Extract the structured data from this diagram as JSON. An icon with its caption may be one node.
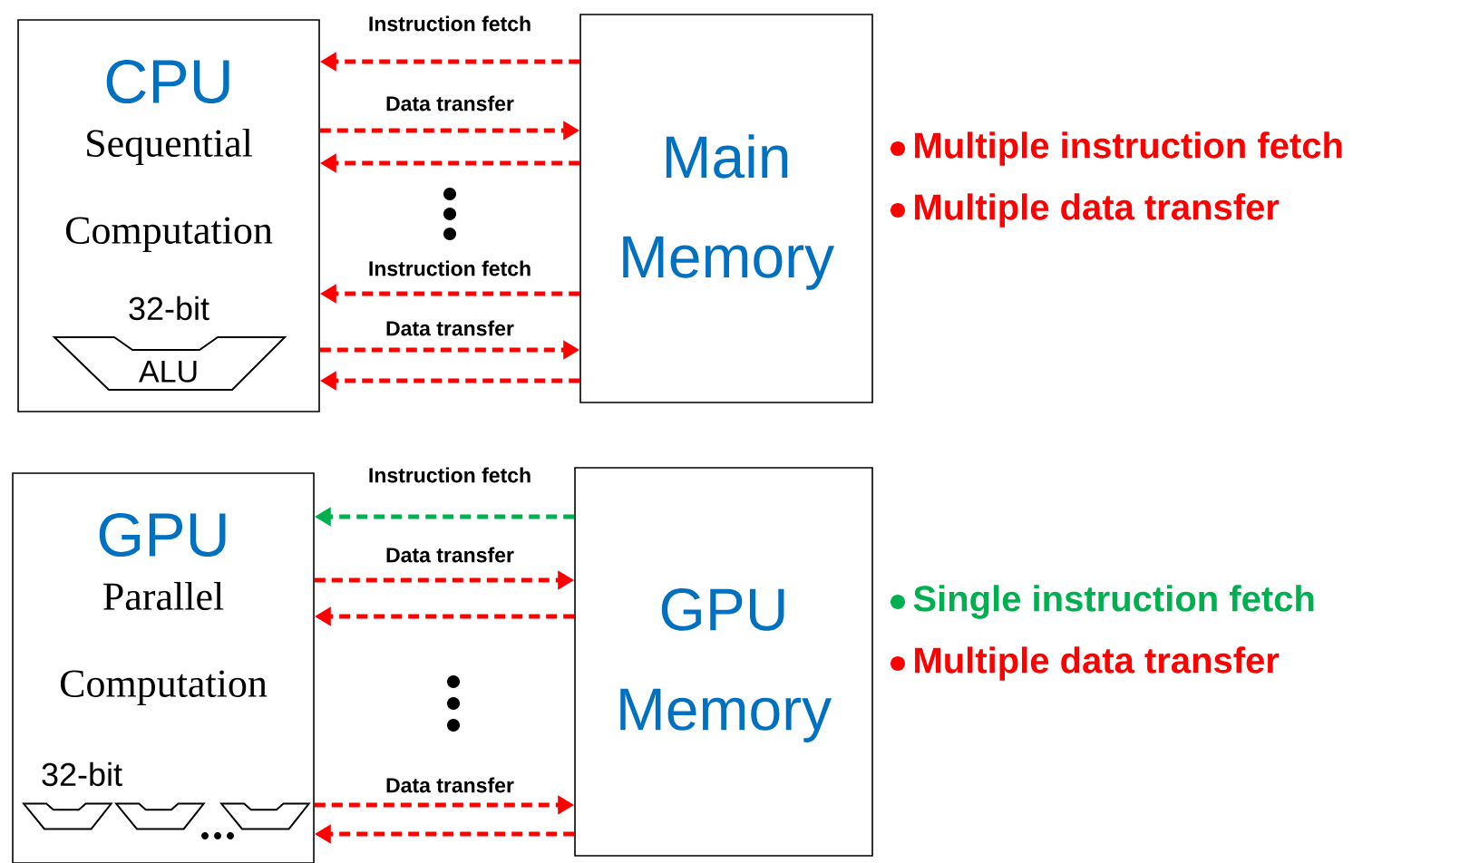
{
  "diagram": {
    "nodes": [
      {
        "text": [
          "CPU",
          "Sequential Computation"
        ]
      },
      {
        "text": [
          "ALU"
        ],
        "in": 0,
        "beside": [
          "32-bit"
        ]
      },
      {
        "text": [
          "Main Memory"
        ]
      },
      {
        "text": [
          "GPU",
          "Parallel Computation"
        ]
      },
      {
        "text": [],
        "shape": "trapezoid",
        "in": 3,
        "beside": [
          "32-bit"
        ]
      },
      {
        "text": [],
        "shape": "trapezoid",
        "in": 3
      },
      {
        "text": [],
        "shape": "trapezoid",
        "in": 3
      },
      {
        "text": [
          "GPU Memory"
        ]
      }
    ],
    "edges": [
      {
        "from": 2,
        "to": 0,
        "arrow": "to",
        "label": "Instruction fetch",
        "style": "dashed"
      },
      {
        "from": 0,
        "to": 2,
        "arrow": "to",
        "label": "Data transfer",
        "style": "dashed"
      },
      {
        "from": 2,
        "to": 0,
        "arrow": "to",
        "style": "dashed"
      },
      {
        "from": 2,
        "to": 0,
        "arrow": "to",
        "label": "Instruction fetch",
        "style": "dashed"
      },
      {
        "from": 0,
        "to": 2,
        "arrow": "to",
        "label": "Data transfer",
        "style": "dashed"
      },
      {
        "from": 2,
        "to": 0,
        "arrow": "to",
        "style": "dashed"
      },
      {
        "from": 7,
        "to": 3,
        "arrow": "to",
        "label": "Instruction fetch",
        "style": "dashed",
        "color": "#00b050"
      },
      {
        "from": 3,
        "to": 7,
        "arrow": "to",
        "label": "Data transfer",
        "style": "dashed"
      },
      {
        "from": 7,
        "to": 3,
        "arrow": "to",
        "style": "dashed"
      },
      {
        "from": 3,
        "to": 7,
        "arrow": "to",
        "label": "Data transfer",
        "style": "dashed"
      },
      {
        "from": 7,
        "to": 3,
        "arrow": "to",
        "style": "dashed"
      }
    ],
    "legend": [
      {
        "text": "Multiple instruction fetch",
        "color": "#ff0000"
      },
      {
        "text": "Multiple data transfer",
        "color": "#ff0000"
      },
      {
        "text": "Single instruction fetch",
        "color": "#00b050"
      },
      {
        "text": "Multiple data transfer",
        "color": "#ff0000"
      }
    ]
  }
}
